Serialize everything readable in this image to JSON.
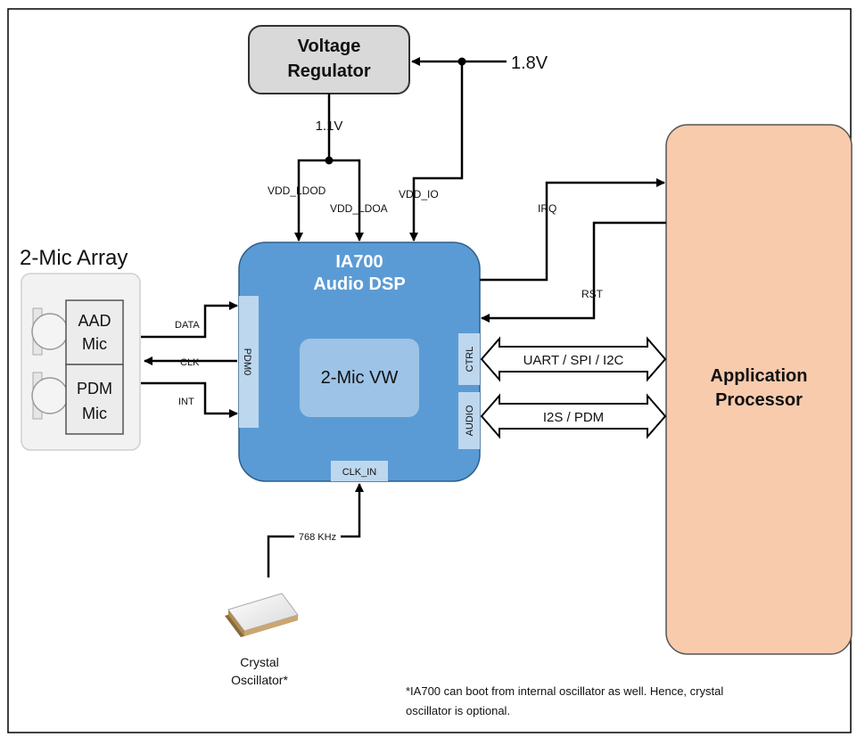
{
  "voltage_regulator": {
    "line1": "Voltage",
    "line2": "Regulator"
  },
  "supply_1v8": "1.8V",
  "supply_1v1": "1.1V",
  "pins": {
    "vdd_ldod": "VDD_LDOD",
    "vdd_ldoa": "VDD_LDOA",
    "vdd_io": "VDD_IO",
    "irq": "IRQ",
    "rst": "RST",
    "data": "DATA",
    "clk": "CLK",
    "int": "INT",
    "clk_in": "CLK_IN",
    "pdm0": "PDM0",
    "ctrl": "CTRL",
    "audio": "AUDIO"
  },
  "mic_array": {
    "title": "2-Mic Array",
    "aad_line1": "AAD",
    "aad_line2": "Mic",
    "pdm_line1": "PDM",
    "pdm_line2": "Mic"
  },
  "dsp": {
    "title_line1": "IA700",
    "title_line2": "Audio DSP",
    "inner_label": "2-Mic VW"
  },
  "buses": {
    "ctrl_bus": "UART / SPI / I2C",
    "audio_bus": "I2S / PDM"
  },
  "app_processor": {
    "line1": "Application",
    "line2": "Processor"
  },
  "oscillator": {
    "freq": "768 KHz",
    "line1": "Crystal",
    "line2": "Oscillator*"
  },
  "footnote": {
    "line1": "*IA700 can boot from internal oscillator as well. Hence, crystal",
    "line2": "oscillator is optional."
  },
  "colors": {
    "dsp_fill": "#5b9bd5",
    "dsp_inner": "#9dc3e6",
    "app_fill": "#f8cbad",
    "regulator_fill": "#d9d9d9",
    "mic_array_bg": "#f2f2f2"
  }
}
